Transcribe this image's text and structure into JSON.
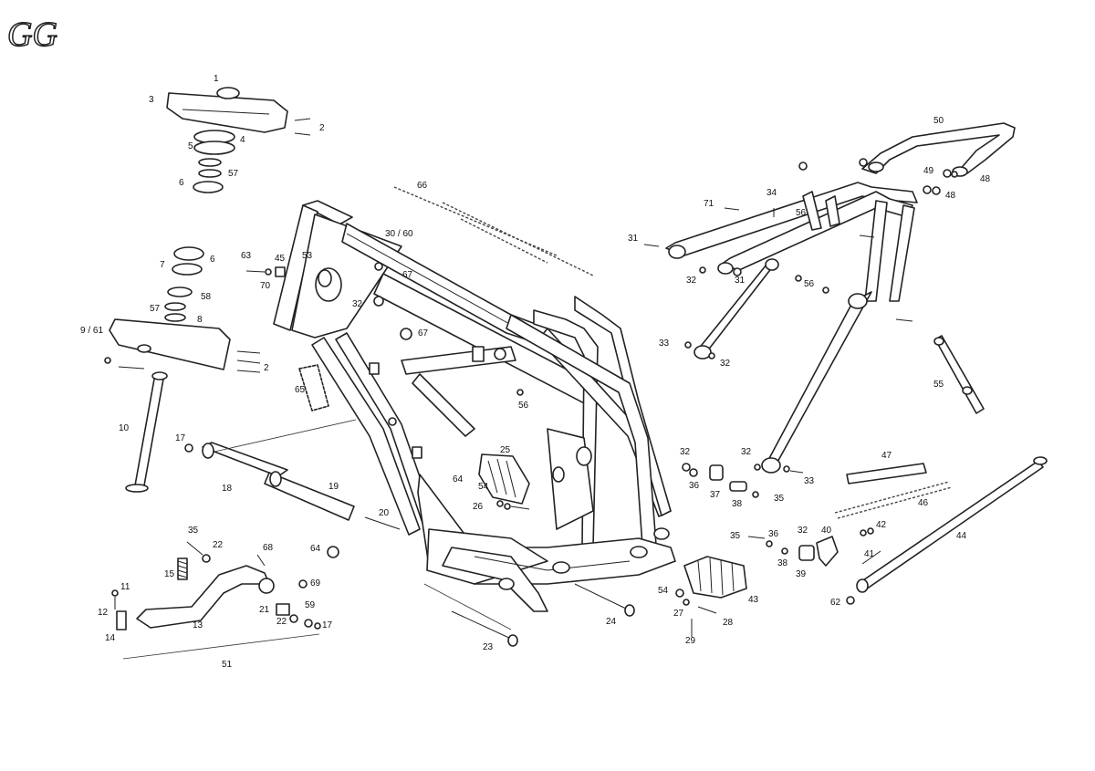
{
  "logo": {
    "text": "GG"
  },
  "callouts": [
    "1",
    "2",
    "3",
    "4",
    "5",
    "57",
    "6",
    "66",
    "30 / 60",
    "63",
    "45",
    "53",
    "70",
    "67",
    "32",
    "6",
    "7",
    "58",
    "57",
    "8",
    "9 / 61",
    "2",
    "65",
    "67",
    "56",
    "10",
    "17",
    "18",
    "19",
    "20",
    "64",
    "25",
    "64",
    "54",
    "26",
    "35",
    "22",
    "68",
    "15",
    "69",
    "11",
    "21",
    "12",
    "13",
    "22",
    "59",
    "17",
    "14",
    "51",
    "23",
    "24",
    "50",
    "49",
    "48",
    "48",
    "34",
    "71",
    "56",
    "31",
    "32",
    "31",
    "56",
    "33",
    "32",
    "55",
    "32",
    "36",
    "37",
    "38",
    "35",
    "32",
    "33",
    "47",
    "46",
    "35",
    "36",
    "32",
    "40",
    "42",
    "38",
    "39",
    "41",
    "44",
    "62",
    "54",
    "43",
    "27",
    "28",
    "29"
  ]
}
